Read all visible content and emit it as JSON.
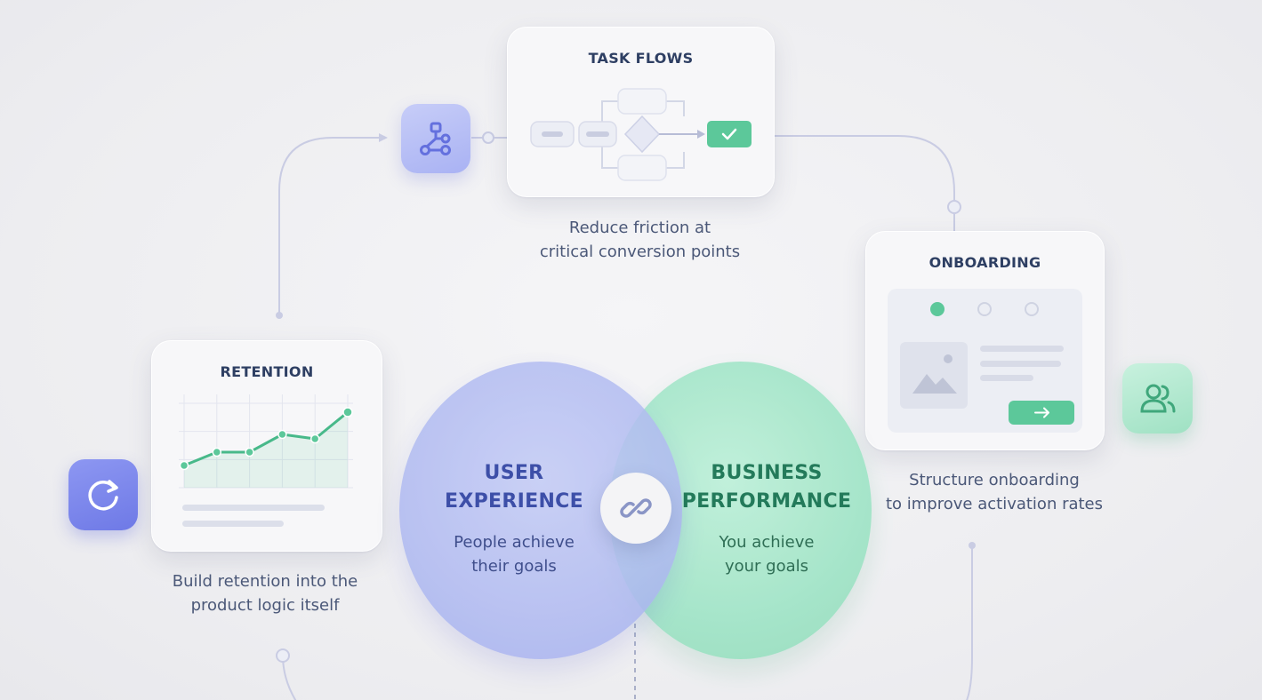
{
  "colors": {
    "indigo": "#7b86ea",
    "mint": "#5ccca0",
    "ux_circle": "#b3bdf2",
    "business_circle": "#a8e8cd",
    "title_text": "#2e3f63",
    "ux_text": "#3d4fa8",
    "business_text": "#237a5a"
  },
  "task_flows": {
    "title": "TASK FLOWS",
    "caption_line1": "Reduce friction at",
    "caption_line2": "critical conversion points",
    "icon": "flow-network-icon",
    "end_icon": "check-icon"
  },
  "onboarding": {
    "title": "ONBOARDING",
    "caption_line1": "Structure onboarding",
    "caption_line2": "to improve activation rates",
    "side_icon": "users-icon",
    "image_icon": "image-placeholder-icon",
    "button_icon": "arrow-right-icon"
  },
  "retention": {
    "title": "RETENTION",
    "caption_line1": "Build retention into the",
    "caption_line2": "product logic itself",
    "side_icon": "refresh-icon"
  },
  "user_experience": {
    "title_line1": "USER",
    "title_line2": "EXPERIENCE",
    "sub_line1": "People achieve",
    "sub_line2": "their goals"
  },
  "business_performance": {
    "title_line1": "BUSINESS",
    "title_line2": "PERFORMANCE",
    "sub_line1": "You achieve",
    "sub_line2": "your goals"
  },
  "link_icon": "link-icon",
  "retention_chart_values": [
    1.0,
    1.6,
    1.6,
    2.4,
    2.2,
    3.4
  ]
}
